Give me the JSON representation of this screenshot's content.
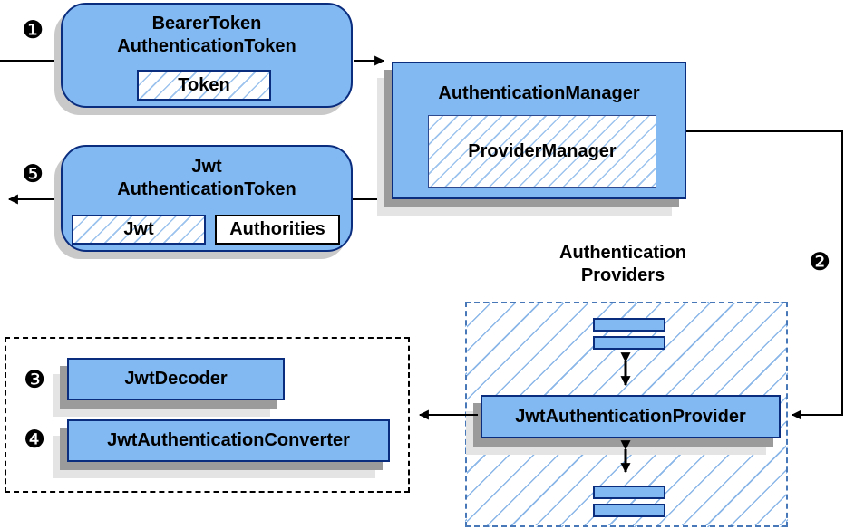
{
  "colors": {
    "node_fill": "#82B9F2",
    "node_border": "#0B2D7E",
    "hatch_line": "#9CC3EE",
    "group_hatch_line": "#8AB6E8",
    "providers_border": "#4878B8",
    "arrow": "#000000"
  },
  "nodes": {
    "bearer_token": {
      "title_line1": "BearerToken",
      "title_line2": "AuthenticationToken",
      "token_chip": "Token"
    },
    "authentication_manager": {
      "title": "AuthenticationManager",
      "provider_manager_chip": "ProviderManager"
    },
    "jwt_authentication_token": {
      "title_line1": "Jwt",
      "title_line2": "AuthenticationToken",
      "jwt_chip": "Jwt",
      "authorities_chip": "Authorities"
    },
    "authentication_providers": {
      "label_line1": "Authentication",
      "label_line2": "Providers",
      "provider": "JwtAuthenticationProvider"
    },
    "jwt_decoder": "JwtDecoder",
    "jwt_authentication_converter": "JwtAuthenticationConverter"
  },
  "badges": {
    "step1": "❶",
    "step2": "❷",
    "step3": "❸",
    "step4": "❹",
    "step5": "❺"
  }
}
